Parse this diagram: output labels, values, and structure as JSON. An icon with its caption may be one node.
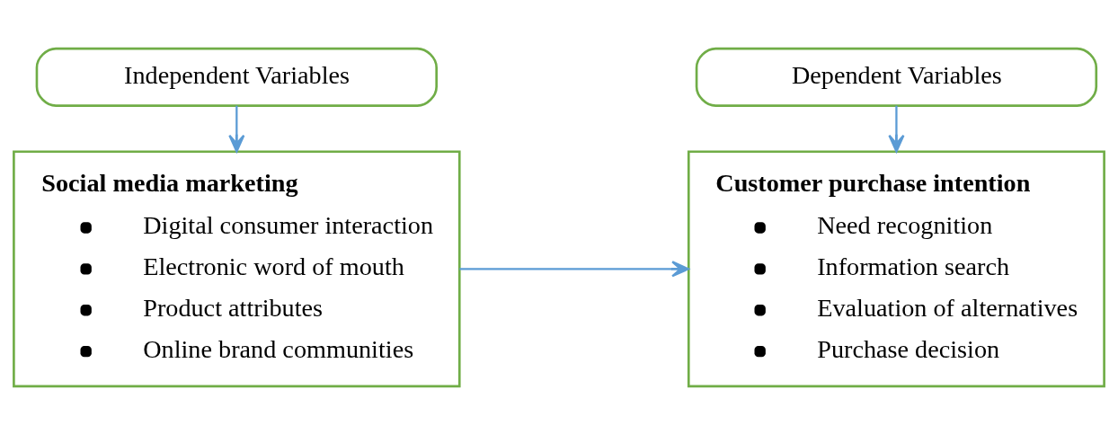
{
  "diagram": {
    "nodes": [
      {
        "text": [
          "Independent Variables"
        ]
      },
      {
        "text": [
          "Dependent Variables"
        ]
      },
      {
        "text": [
          "Social media marketing",
          "Digital consumer interaction",
          "Electronic word of mouth",
          "Product attributes",
          "Online brand communities"
        ]
      },
      {
        "text": [
          "Customer purchase intention",
          "Need recognition",
          "Information search",
          "Evaluation of alternatives",
          "Purchase decision"
        ]
      }
    ],
    "edges": [
      {
        "from": 0,
        "to": 2,
        "arrow": "to"
      },
      {
        "from": 1,
        "to": 3,
        "arrow": "to"
      },
      {
        "from": 2,
        "to": 3,
        "arrow": "to"
      }
    ]
  }
}
